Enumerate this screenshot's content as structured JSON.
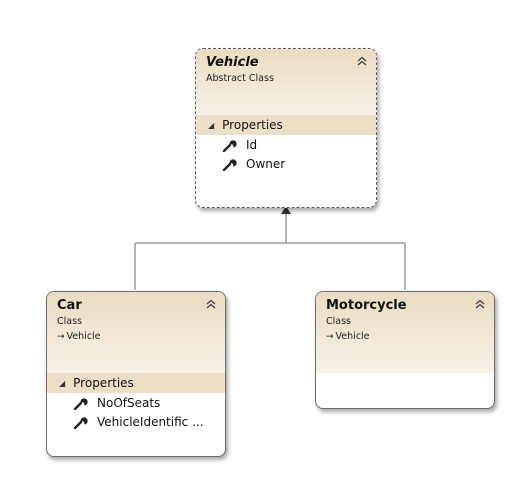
{
  "classes": {
    "vehicle": {
      "name": "Vehicle",
      "kind": "Abstract Class",
      "compartment": "Properties",
      "members": [
        "Id",
        "Owner"
      ]
    },
    "car": {
      "name": "Car",
      "kind": "Class",
      "base": "Vehicle",
      "compartment": "Properties",
      "members": [
        "NoOfSeats",
        "VehicleIdentific ..."
      ]
    },
    "motorcycle": {
      "name": "Motorcycle",
      "kind": "Class",
      "base": "Vehicle"
    }
  },
  "icons": {
    "collapse": "double-chevron-up-icon",
    "expand_compartment": "triangle-down-icon",
    "property": "wrench-icon",
    "inheritance": "inheritance-arrow-icon"
  },
  "colors": {
    "header_top": "#e9dcc1",
    "header_bottom": "#f7f1e6",
    "compartment": "#ecdfc6",
    "connector": "#9a9a9a"
  }
}
